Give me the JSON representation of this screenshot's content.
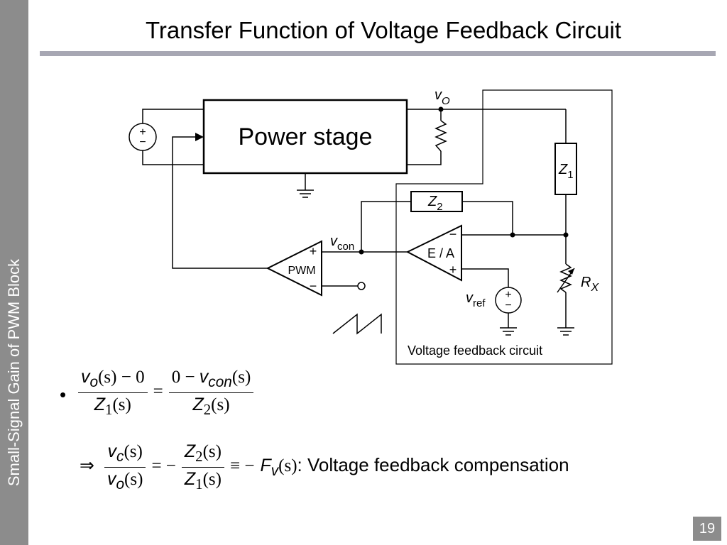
{
  "slide": {
    "title": "Transfer Function of Voltage Feedback Circuit",
    "side_title": "Small-Signal Gain of PWM Block",
    "page_number": "19"
  },
  "diagram": {
    "power_stage_label": "Power stage",
    "z1": {
      "main": "Z",
      "sub": "1"
    },
    "z2": {
      "main": "Z",
      "sub": "2"
    },
    "vo": {
      "main": "v",
      "sub": "O"
    },
    "vcon": {
      "main": "v",
      "sub": "con"
    },
    "vref": {
      "main": "v",
      "sub": "ref"
    },
    "rx": {
      "main": "R",
      "sub": "X"
    },
    "ea_label": "E / A",
    "pwm_label": "PWM",
    "feedback_box_label": "Voltage feedback circuit",
    "plus": "+",
    "minus": "−"
  },
  "equations": {
    "bullet": "•",
    "eq1": {
      "lhs_num": {
        "v": "v",
        "sub": "o",
        "rest": "(s) − 0"
      },
      "lhs_den": {
        "v": "Z",
        "sub": "1",
        "rest": "(s)"
      },
      "op": "=",
      "rhs_num": {
        "pre": "0 − ",
        "v": "v",
        "sub": "con",
        "rest": "(s)"
      },
      "rhs_den": {
        "v": "Z",
        "sub": "2",
        "rest": "(s)"
      }
    },
    "eq2": {
      "implies": "⇒",
      "lhs_num": {
        "v": "v",
        "sub": "c",
        "rest": "(s)"
      },
      "lhs_den": {
        "v": "v",
        "sub": "o",
        "rest": "(s)"
      },
      "op1": "= −",
      "rhs_num": {
        "v": "Z",
        "sub": "2",
        "rest": "(s)"
      },
      "rhs_den": {
        "v": "Z",
        "sub": "1",
        "rest": "(s)"
      },
      "op2": "≡ −",
      "fv": {
        "v": "F",
        "sub": "v",
        "rest": "(s)"
      },
      "description": ": Voltage feedback compensation"
    }
  }
}
